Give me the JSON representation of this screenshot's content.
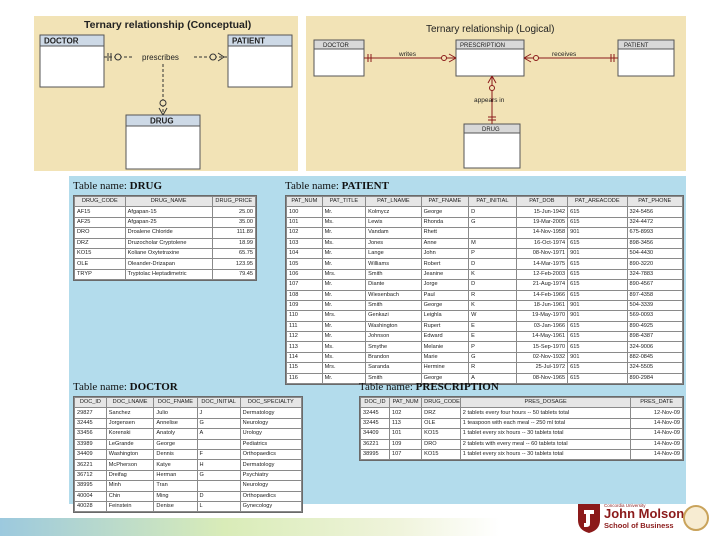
{
  "conceptual": {
    "title": "Ternary relationship (Conceptual)",
    "doctor": "DOCTOR",
    "patient": "PATIENT",
    "drug": "DRUG",
    "relationship": "prescribes"
  },
  "logical": {
    "title": "Ternary relationship (Logical)",
    "doctor": "DOCTOR",
    "prescription": "PRESCRIPTION",
    "patient": "PATIENT",
    "drug": "DRUG",
    "writes": "writes",
    "receives": "receives",
    "appears_in": "appears in"
  },
  "drug_table": {
    "label": "Table name:",
    "name": "DRUG",
    "columns": [
      "DRUG_CODE",
      "DRUG_NAME",
      "DRUG_PRICE"
    ],
    "rows": [
      [
        "AF15",
        "Afgapan-15",
        "25.00"
      ],
      [
        "AF25",
        "Afgapan-25",
        "35.00"
      ],
      [
        "DRO",
        "Droalene Chloride",
        "111.89"
      ],
      [
        "DRZ",
        "Druzocholar Cryptolene",
        "18.99"
      ],
      [
        "KO15",
        "Koliane Oxytetraxine",
        "65.75"
      ],
      [
        "OLE",
        "Oleander-Drizapan",
        "123.95"
      ],
      [
        "TRYP",
        "Tryptolac Heptadimetric",
        "79.45"
      ]
    ]
  },
  "patient_table": {
    "label": "Table name:",
    "name": "PATIENT",
    "columns": [
      "PAT_NUM",
      "PAT_TITLE",
      "PAT_LNAME",
      "PAT_FNAME",
      "PAT_INITIAL",
      "PAT_DOB",
      "PAT_AREACODE",
      "PAT_PHONE"
    ],
    "rows": [
      [
        "100",
        "Mr.",
        "Kolmycz",
        "George",
        "D",
        "15-Jun-1942",
        "615",
        "324-5456"
      ],
      [
        "101",
        "Ms.",
        "Lewis",
        "Rhonda",
        "G",
        "19-Mar-2005",
        "615",
        "324-4472"
      ],
      [
        "102",
        "Mr.",
        "Vandam",
        "Rhett",
        "",
        "14-Nov-1958",
        "901",
        "675-8993"
      ],
      [
        "103",
        "Ms.",
        "Jones",
        "Anne",
        "M",
        "16-Oct-1974",
        "615",
        "898-3456"
      ],
      [
        "104",
        "Mr.",
        "Lange",
        "John",
        "P",
        "08-Nov-1971",
        "901",
        "504-4430"
      ],
      [
        "105",
        "Mr.",
        "Williams",
        "Robert",
        "D",
        "14-Mar-1975",
        "615",
        "890-3220"
      ],
      [
        "106",
        "Mrs.",
        "Smith",
        "Jeanine",
        "K",
        "12-Feb-2003",
        "615",
        "324-7883"
      ],
      [
        "107",
        "Mr.",
        "Diante",
        "Jorge",
        "D",
        "21-Aug-1974",
        "615",
        "890-4567"
      ],
      [
        "108",
        "Mr.",
        "Wiesenbach",
        "Paul",
        "R",
        "14-Feb-1966",
        "615",
        "897-4358"
      ],
      [
        "109",
        "Mr.",
        "Smith",
        "George",
        "K",
        "18-Jun-1961",
        "901",
        "504-3339"
      ],
      [
        "110",
        "Mrs.",
        "Genkazi",
        "Leighla",
        "W",
        "19-May-1970",
        "901",
        "569-0093"
      ],
      [
        "111",
        "Mr.",
        "Washington",
        "Rupert",
        "E",
        "03-Jan-1966",
        "615",
        "890-4925"
      ],
      [
        "112",
        "Mr.",
        "Johnson",
        "Edward",
        "E",
        "14-May-1961",
        "615",
        "898-4387"
      ],
      [
        "113",
        "Ms.",
        "Smythe",
        "Melanie",
        "P",
        "15-Sep-1970",
        "615",
        "324-9006"
      ],
      [
        "114",
        "Ms.",
        "Brandon",
        "Marie",
        "G",
        "02-Nov-1932",
        "901",
        "882-0845"
      ],
      [
        "115",
        "Mrs.",
        "Saranda",
        "Hermine",
        "R",
        "25-Jul-1972",
        "615",
        "324-5505"
      ],
      [
        "116",
        "Mr.",
        "Smith",
        "George",
        "A",
        "08-Nov-1965",
        "615",
        "890-2984"
      ]
    ]
  },
  "doctor_table": {
    "label": "Table name:",
    "name": "DOCTOR",
    "columns": [
      "DOC_ID",
      "DOC_LNAME",
      "DOC_FNAME",
      "DOC_INITIAL",
      "DOC_SPECIALTY"
    ],
    "rows": [
      [
        "29827",
        "Sanchez",
        "Julio",
        "J",
        "Dermatology"
      ],
      [
        "32445",
        "Jorgensen",
        "Annelise",
        "G",
        "Neurology"
      ],
      [
        "33456",
        "Korenski",
        "Anatoly",
        "A",
        "Urology"
      ],
      [
        "33989",
        "LeGrande",
        "George",
        "",
        "Pediatrics"
      ],
      [
        "34409",
        "Washington",
        "Dennis",
        "F",
        "Orthopaedics"
      ],
      [
        "36221",
        "McPherson",
        "Katye",
        "H",
        "Dermatology"
      ],
      [
        "36712",
        "Dreifag",
        "Herman",
        "G",
        "Psychiatry"
      ],
      [
        "38995",
        "Minh",
        "Tran",
        "",
        "Neurology"
      ],
      [
        "40004",
        "Chin",
        "Ming",
        "D",
        "Orthopaedics"
      ],
      [
        "40028",
        "Feinstein",
        "Denise",
        "L",
        "Gynecology"
      ]
    ]
  },
  "prescription_table": {
    "label": "Table name:",
    "name": "PRESCRIPTION",
    "columns": [
      "DOC_ID",
      "PAT_NUM",
      "DRUG_CODE",
      "PRES_DOSAGE",
      "PRES_DATE"
    ],
    "rows": [
      [
        "32445",
        "102",
        "DRZ",
        "2 tablets every four hours -- 50 tablets total",
        "12-Nov-09"
      ],
      [
        "32445",
        "113",
        "OLE",
        "1 teaspoon with each meal -- 250 ml total",
        "14-Nov-09"
      ],
      [
        "34409",
        "101",
        "KO15",
        "1 tablet every six hours -- 30 tablets total",
        "14-Nov-09"
      ],
      [
        "36221",
        "109",
        "DRO",
        "2 tablets with every meal -- 60 tablets total",
        "14-Nov-09"
      ],
      [
        "38995",
        "107",
        "KO15",
        "1 tablet every six hours -- 30 tablets total",
        "14-Nov-09"
      ]
    ]
  },
  "footer": {
    "logo_small": "Concordia University",
    "logo_big": "John Molson",
    "logo_sub": "School of Business"
  }
}
